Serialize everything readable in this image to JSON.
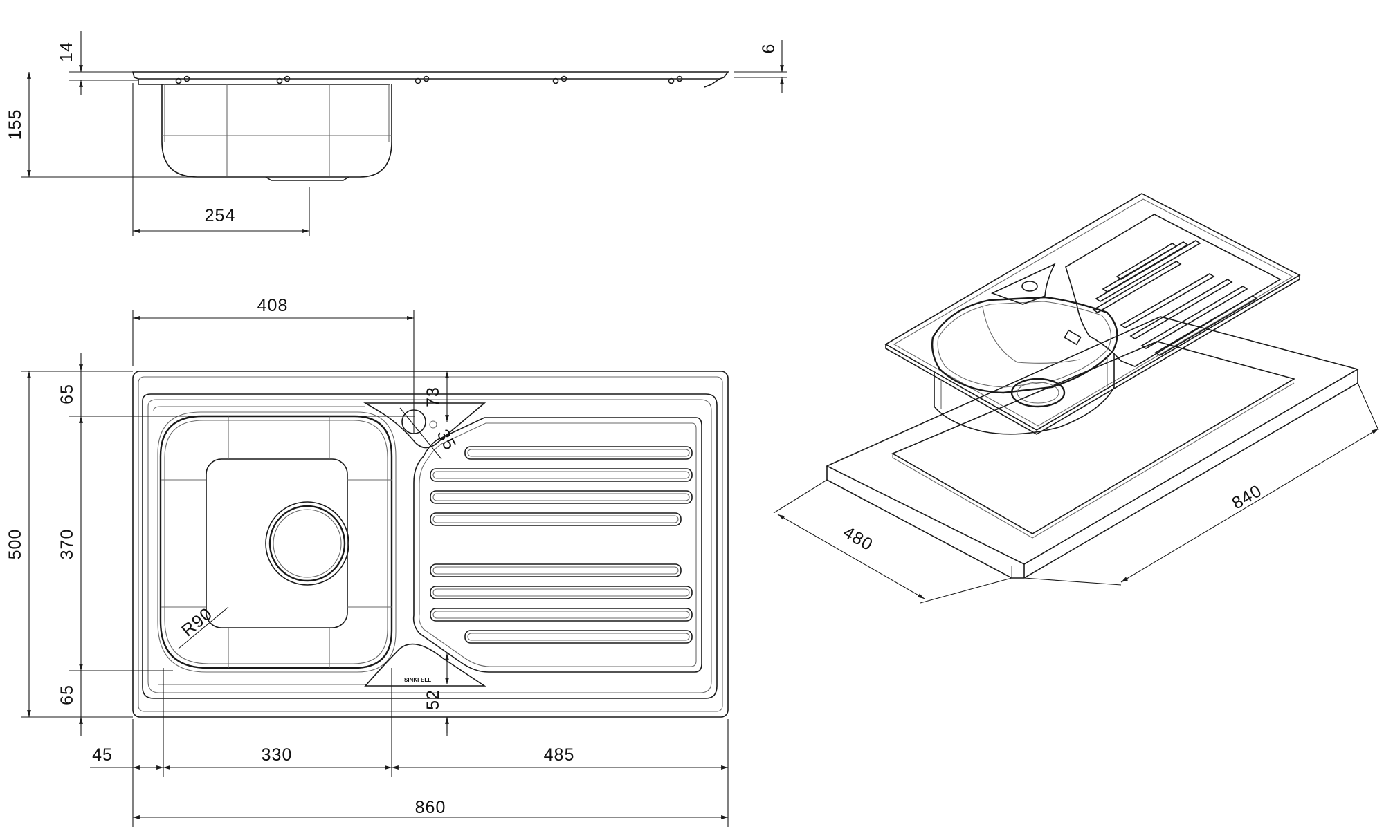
{
  "dimensions": {
    "rim_thickness": "14",
    "bowl_depth": "155",
    "bowl_offset": "254",
    "edge_height": "6",
    "tap_position": "408",
    "overall_depth": "500",
    "front_margin": "65",
    "bowl_depth_plan": "370",
    "rear_margin": "65",
    "tap_hole_distance": "73",
    "tap_hole_diameter": "35",
    "corner_radius": "R90",
    "overflow_distance": "52",
    "left_margin": "45",
    "bowl_width": "330",
    "drainer_width": "485",
    "overall_width": "860",
    "cutout_depth": "480",
    "cutout_width": "840"
  },
  "brand_label": "SINKFELL"
}
